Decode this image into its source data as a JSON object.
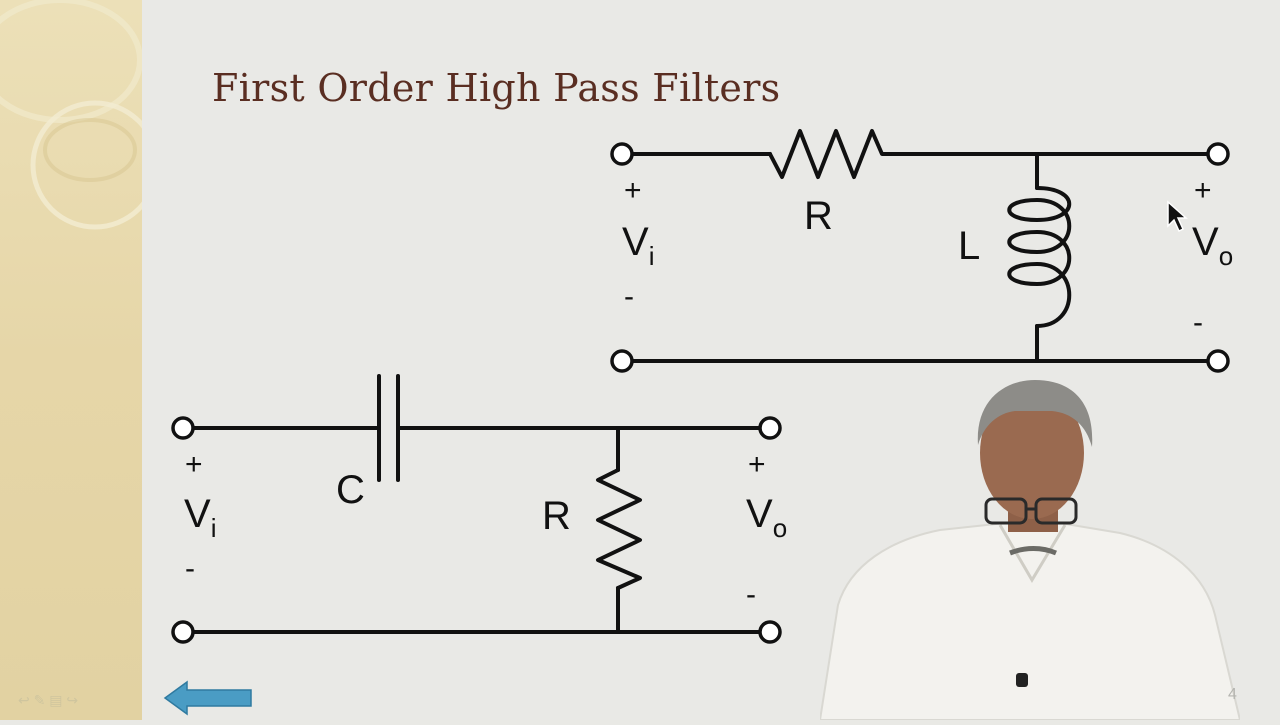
{
  "slide": {
    "title": "First Order High Pass Filters",
    "slide_number": "4",
    "controls_icons": [
      "back-icon",
      "pen-icon",
      "menu-icon",
      "forward-icon"
    ]
  },
  "rl_circuit": {
    "resistor_label": "R",
    "inductor_label": "L",
    "input_label": "V",
    "input_sub": "i",
    "output_label": "V",
    "output_sub": "o",
    "plus": "+",
    "minus": "-"
  },
  "cr_circuit": {
    "capacitor_label": "C",
    "resistor_label": "R",
    "input_label": "V",
    "input_sub": "i",
    "output_label": "V",
    "output_sub": "o",
    "plus": "+",
    "minus": "-"
  },
  "colors": {
    "title": "#5a2e22",
    "sidebar": "#e6d6a8",
    "background": "#e9e9e6",
    "nav_arrow": "#4a9cc4"
  }
}
